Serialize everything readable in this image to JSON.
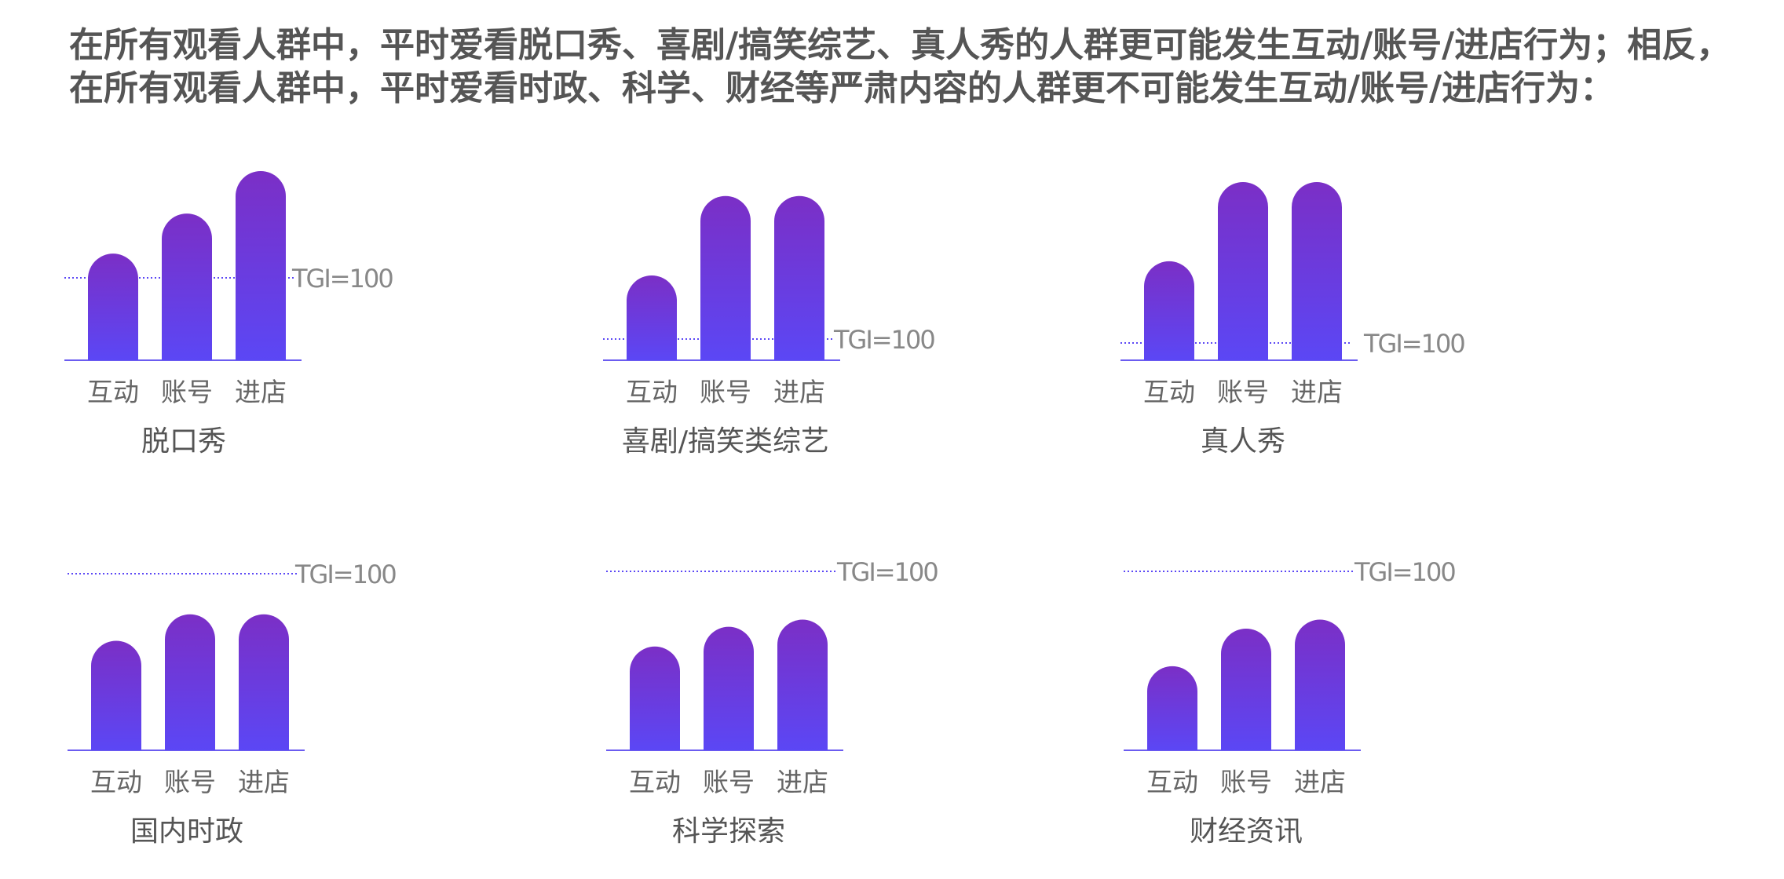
{
  "headline": "在所有观看人群中，平时爱看脱口秀、喜剧/搞笑综艺、真人秀的人群更可能发生互动/账号/进店行为；相反，在所有观看人群中，平时爱看时政、科学、财经等严肃内容的人群更不可能发生互动/账号/进店行为：",
  "colors": {
    "bar_top": "#7b2fc6",
    "bar_bottom": "#5b47f5",
    "baseline": "#6b5cf0",
    "reference_line": "#5b47f5"
  },
  "chart_data": [
    {
      "type": "bar",
      "title": "脱口秀",
      "categories": [
        "互动",
        "账号",
        "进店"
      ],
      "values": [
        133,
        183,
        236
      ],
      "reference": {
        "value": 100,
        "label": "TGI=100"
      }
    },
    {
      "type": "bar",
      "title": "喜剧/搞笑类综艺",
      "categories": [
        "互动",
        "账号",
        "进店"
      ],
      "values": [
        400,
        775,
        775
      ],
      "reference": {
        "value": 100,
        "label": "TGI=100"
      }
    },
    {
      "type": "bar",
      "title": "真人秀",
      "categories": [
        "互动",
        "账号",
        "进店"
      ],
      "values": [
        750,
        1350,
        1350
      ],
      "reference": {
        "value": 100,
        "label": "TGI=100"
      }
    },
    {
      "type": "bar",
      "title": "国内时政",
      "categories": [
        "互动",
        "账号",
        "进店"
      ],
      "values": [
        62,
        77,
        77
      ],
      "reference": {
        "value": 100,
        "label": "TGI=100"
      }
    },
    {
      "type": "bar",
      "title": "科学探索",
      "categories": [
        "互动",
        "账号",
        "进店"
      ],
      "values": [
        58,
        69,
        73
      ],
      "reference": {
        "value": 100,
        "label": "TGI=100"
      }
    },
    {
      "type": "bar",
      "title": "财经资讯",
      "categories": [
        "互动",
        "账号",
        "进店"
      ],
      "values": [
        47,
        68,
        73
      ],
      "reference": {
        "value": 100,
        "label": "TGI=100"
      }
    }
  ]
}
